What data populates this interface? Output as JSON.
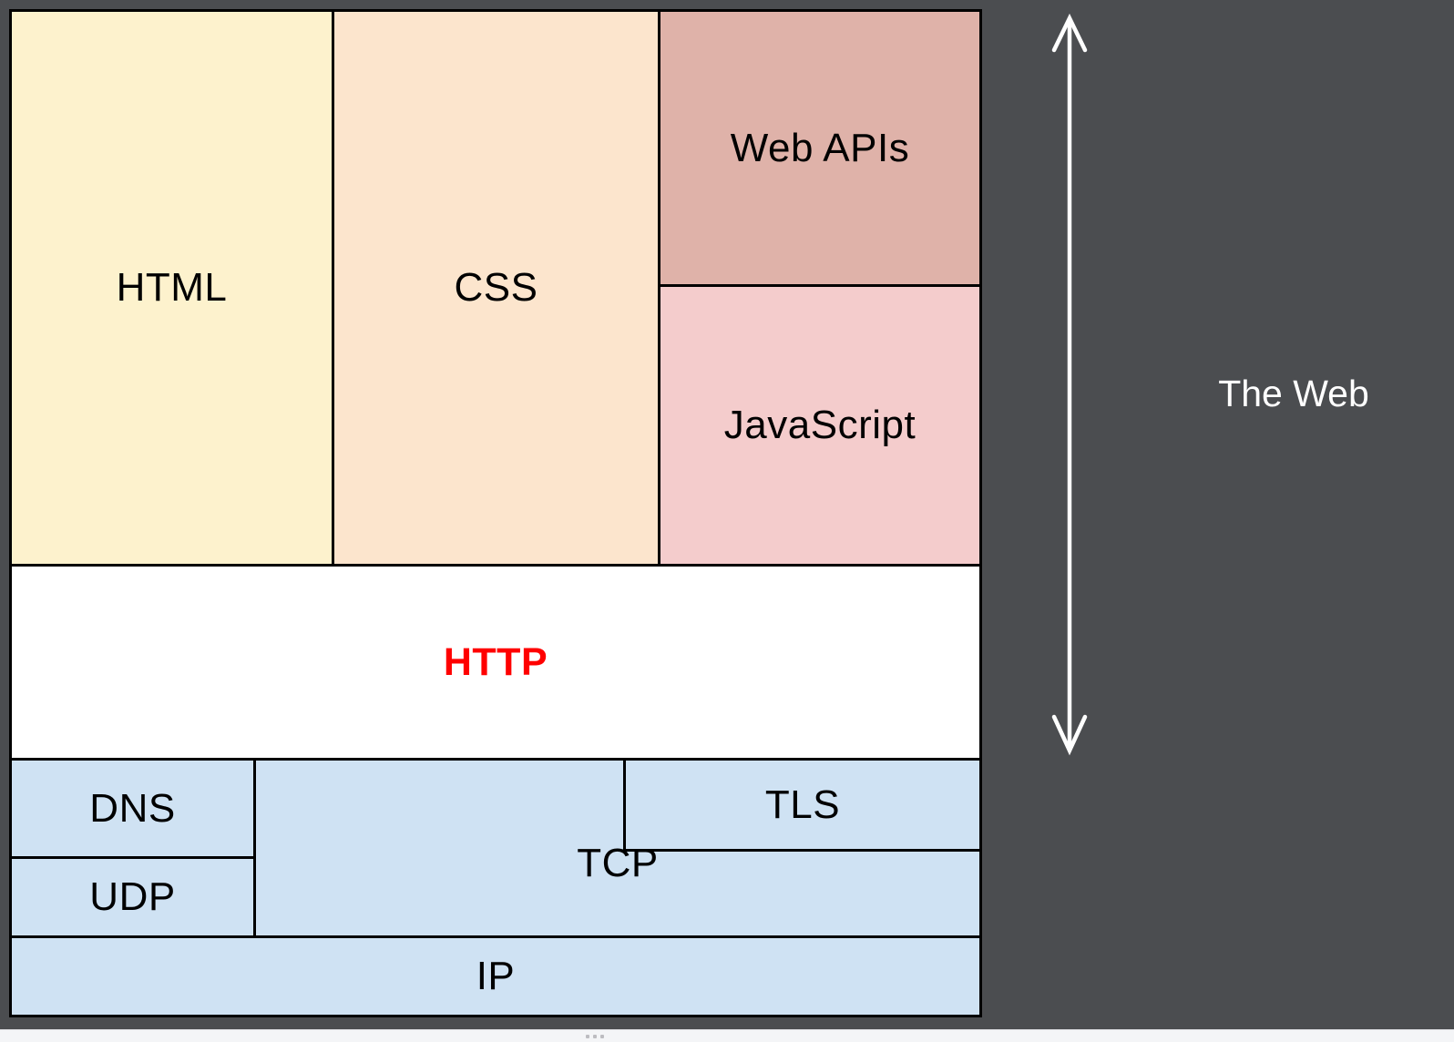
{
  "stack": {
    "browser_boxes": [
      {
        "label": "HTML",
        "color": "#FDF2CD"
      },
      {
        "label": "CSS",
        "color": "#FCE5CD"
      },
      {
        "label": "Web APIs",
        "color": "#DFB2A9"
      },
      {
        "label": "JavaScript",
        "color": "#F4CCCC"
      }
    ],
    "http_box": {
      "label": "HTTP",
      "bg": "#FFFFFF",
      "text_color": "#FF0000"
    },
    "network_boxes": [
      {
        "label": "DNS"
      },
      {
        "label": "TLS"
      },
      {
        "label": "TCP"
      },
      {
        "label": "UDP"
      },
      {
        "label": "IP"
      }
    ],
    "network_box_color": "#CFE2F3",
    "border_color": "#000000"
  },
  "annotation": {
    "label": "The Web",
    "color": "#FFFFFF",
    "arrow_icon": "double-headed-vertical-arrow"
  },
  "page": {
    "background": "#4B4D50",
    "footer_strip_color": "#F4F5F7"
  },
  "icons": {
    "grip_dots": "three-dot-drag-handle"
  }
}
